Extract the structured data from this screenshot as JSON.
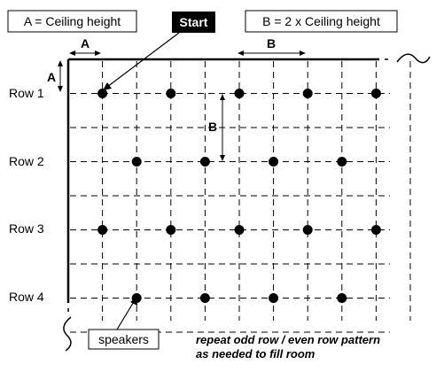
{
  "legend": {
    "a_box": "A = Ceiling height",
    "b_box": "B = 2 x Ceiling height"
  },
  "start_label": "Start",
  "dimension_labels": {
    "a_horizontal": "A",
    "a_vertical": "A",
    "b_horizontal": "B",
    "b_vertical": "B"
  },
  "rows": [
    {
      "label": "Row 1",
      "pattern": "odd"
    },
    {
      "label": "Row 2",
      "pattern": "even"
    },
    {
      "label": "Row 3",
      "pattern": "odd"
    },
    {
      "label": "Row 4",
      "pattern": "even"
    }
  ],
  "speakers_label": "speakers",
  "note": {
    "line1": "repeat odd row / even row pattern",
    "line2": "as needed to fill room"
  },
  "colors": {
    "ink": "#000000",
    "grid": "#000000",
    "paper": "#ffffff"
  }
}
